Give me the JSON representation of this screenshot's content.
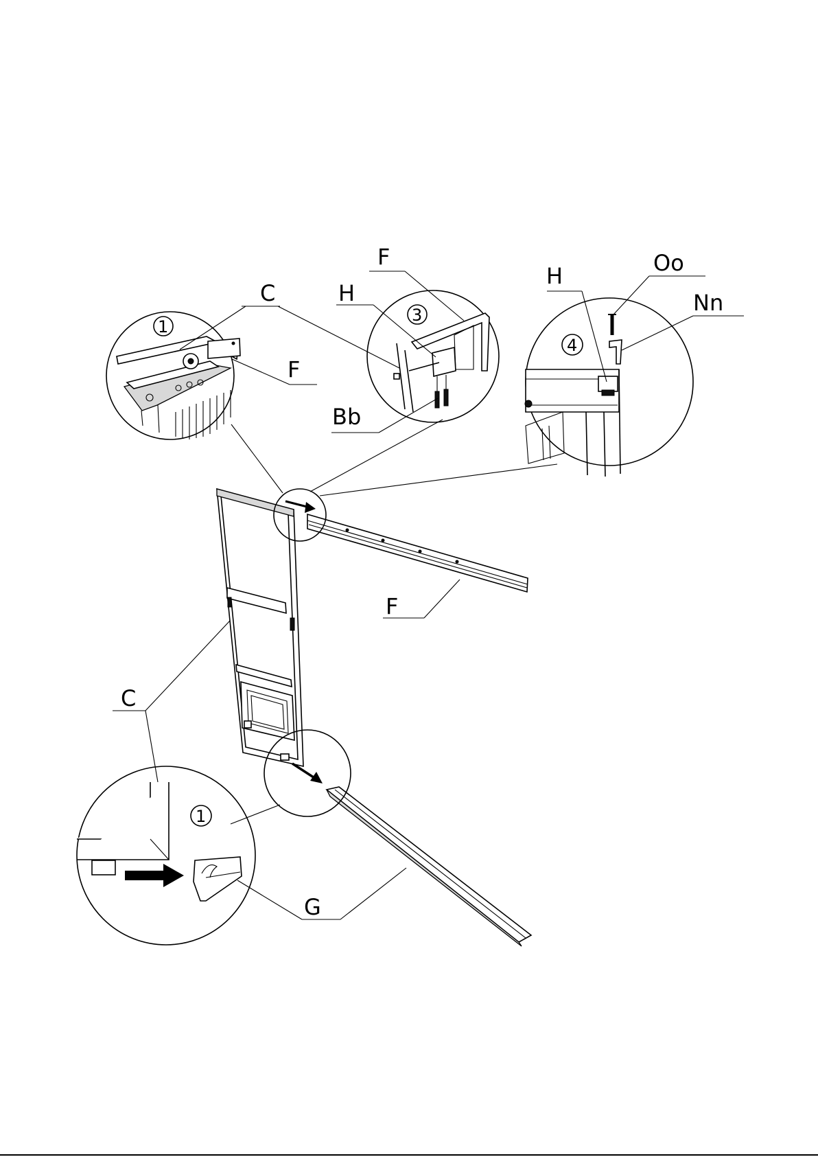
{
  "labels": {
    "c_top": "C",
    "f_detail1": "F",
    "h_detail3": "H",
    "f_detail3": "F",
    "bb_detail3": "Bb",
    "h_detail4": "H",
    "oo_detail4": "Oo",
    "nn_detail4": "Nn",
    "f_rail": "F",
    "c_left": "C",
    "g_rail": "G"
  },
  "step_numbers": {
    "detail_1_top": "1",
    "detail_3": "3",
    "detail_4": "4",
    "detail_1_bottom": "1"
  }
}
